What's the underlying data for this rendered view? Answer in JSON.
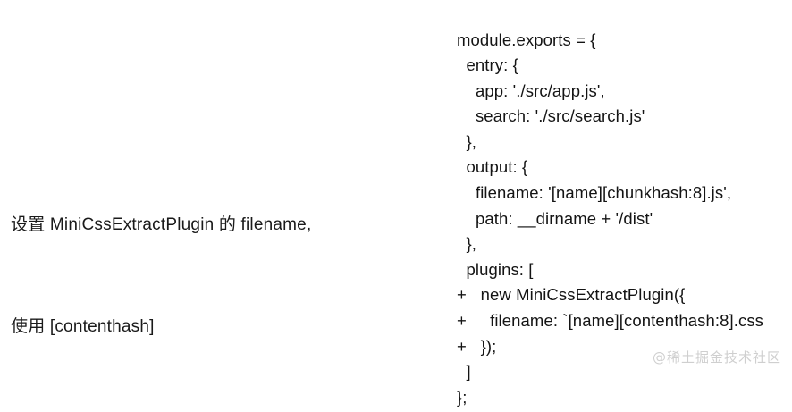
{
  "page": {
    "background_color": "#ffffff",
    "text_color": "#1a1a1a"
  },
  "caption": {
    "name": "slide-caption",
    "lines": [
      "设置 MiniCssExtractPlugin 的 filename,",
      "使用 [contenthash]"
    ]
  },
  "code_block": {
    "language": "javascript",
    "lines": [
      "module.exports = {",
      "  entry: {",
      "    app: './src/app.js',",
      "    search: './src/search.js'",
      "  },",
      "  output: {",
      "    filename: '[name][chunkhash:8].js',",
      "    path: __dirname + '/dist'",
      "  },",
      "  plugins: [",
      "+   new MiniCssExtractPlugin({",
      "+     filename: `[name][contenthash:8].css",
      "+   });",
      "  ]",
      "};"
    ]
  },
  "watermark": {
    "text": "@稀土掘金技术社区",
    "color": "#cfcfcf"
  }
}
